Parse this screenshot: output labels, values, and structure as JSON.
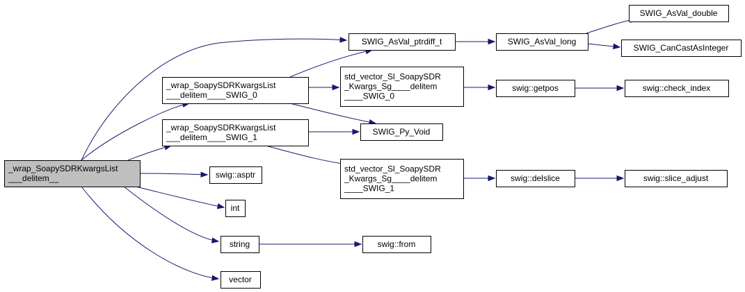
{
  "diagram": {
    "root": "root",
    "nodes": [
      {
        "id": "root",
        "lines": [
          "_wrap_SoapySDRKwargsList",
          "___delitem__"
        ]
      },
      {
        "id": "w0",
        "lines": [
          "_wrap_SoapySDRKwargsList",
          "___delitem____SWIG_0"
        ]
      },
      {
        "id": "w1",
        "lines": [
          "_wrap_SoapySDRKwargsList",
          "___delitem____SWIG_1"
        ]
      },
      {
        "id": "asptr",
        "lines": [
          "swig::asptr"
        ]
      },
      {
        "id": "int",
        "lines": [
          "int"
        ]
      },
      {
        "id": "string",
        "lines": [
          "string"
        ]
      },
      {
        "id": "vector",
        "lines": [
          "vector"
        ]
      },
      {
        "id": "ptrdiff",
        "lines": [
          "SWIG_AsVal_ptrdiff_t"
        ]
      },
      {
        "id": "sv0",
        "lines": [
          "std_vector_Sl_SoapySDR",
          "_Kwargs_Sg____delitem",
          "____SWIG_0"
        ]
      },
      {
        "id": "pyvoid",
        "lines": [
          "SWIG_Py_Void"
        ]
      },
      {
        "id": "sv1",
        "lines": [
          "std_vector_Sl_SoapySDR",
          "_Kwargs_Sg____delitem",
          "____SWIG_1"
        ]
      },
      {
        "id": "from",
        "lines": [
          "swig::from"
        ]
      },
      {
        "id": "long",
        "lines": [
          "SWIG_AsVal_long"
        ]
      },
      {
        "id": "getpos",
        "lines": [
          "swig::getpos"
        ]
      },
      {
        "id": "delslice",
        "lines": [
          "swig::delslice"
        ]
      },
      {
        "id": "double",
        "lines": [
          "SWIG_AsVal_double"
        ]
      },
      {
        "id": "cancast",
        "lines": [
          "SWIG_CanCastAsInteger"
        ]
      },
      {
        "id": "checkidx",
        "lines": [
          "swig::check_index"
        ]
      },
      {
        "id": "sliceadj",
        "lines": [
          "swig::slice_adjust"
        ]
      }
    ],
    "edges": [
      {
        "from": "root",
        "to": "ptrdiff"
      },
      {
        "from": "root",
        "to": "w0"
      },
      {
        "from": "root",
        "to": "w1"
      },
      {
        "from": "root",
        "to": "asptr"
      },
      {
        "from": "root",
        "to": "int"
      },
      {
        "from": "root",
        "to": "string"
      },
      {
        "from": "root",
        "to": "vector"
      },
      {
        "from": "w0",
        "to": "ptrdiff"
      },
      {
        "from": "w0",
        "to": "sv0"
      },
      {
        "from": "w0",
        "to": "pyvoid"
      },
      {
        "from": "w1",
        "to": "pyvoid"
      },
      {
        "from": "w1",
        "to": "sv1"
      },
      {
        "from": "ptrdiff",
        "to": "long"
      },
      {
        "from": "long",
        "to": "double"
      },
      {
        "from": "long",
        "to": "cancast"
      },
      {
        "from": "sv0",
        "to": "getpos"
      },
      {
        "from": "getpos",
        "to": "checkidx"
      },
      {
        "from": "sv1",
        "to": "delslice"
      },
      {
        "from": "delslice",
        "to": "sliceadj"
      },
      {
        "from": "string",
        "to": "from"
      }
    ]
  }
}
